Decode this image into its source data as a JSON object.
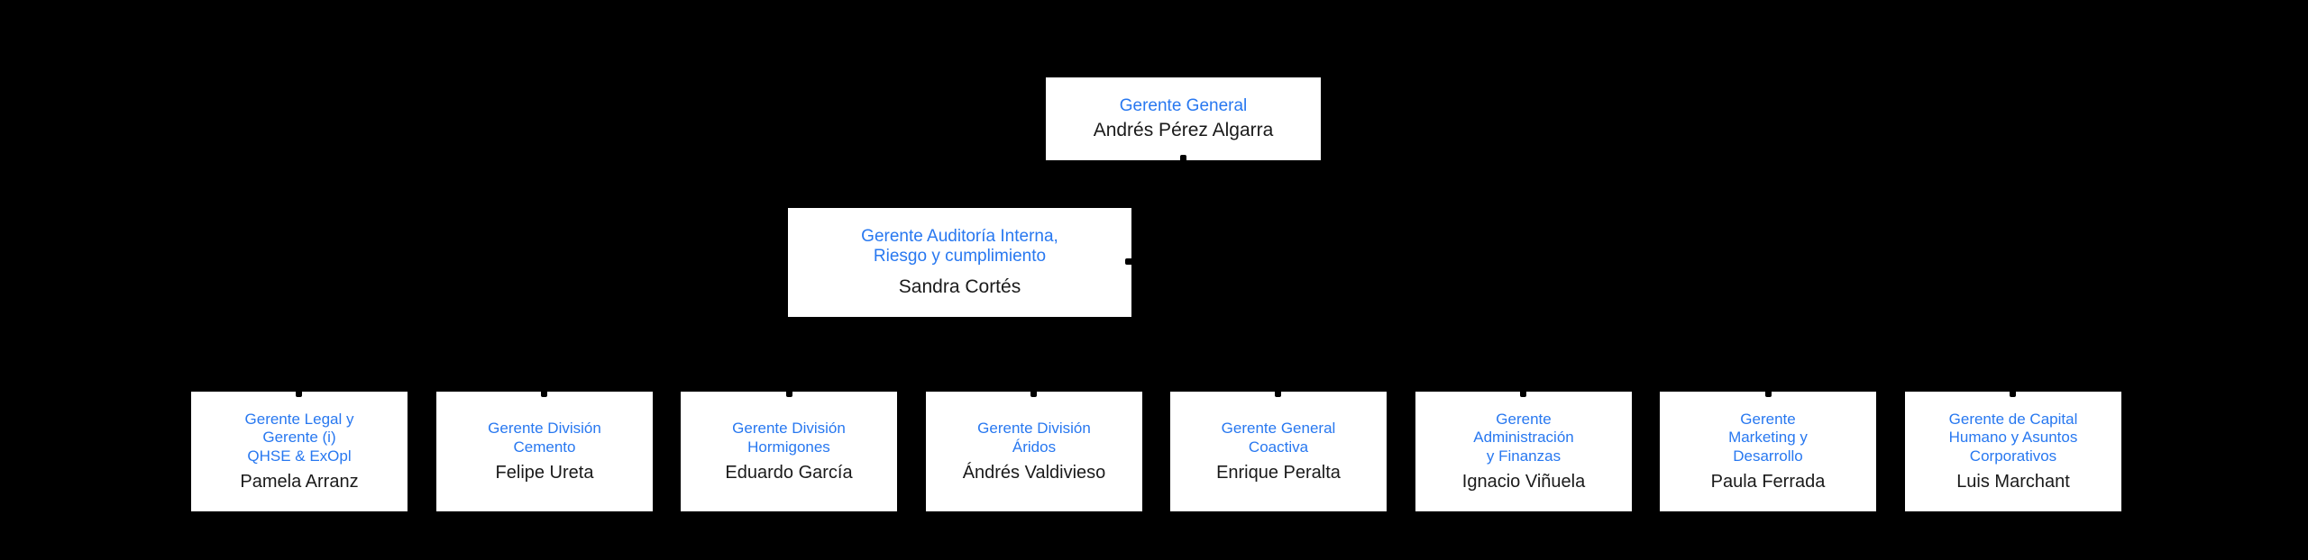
{
  "palette": {
    "page_bg": "#000000",
    "box_bg": "#ffffff",
    "title_color": "#2878f0",
    "name_color": "#1a1a1a",
    "connector_color": "#000000"
  },
  "org_chart": {
    "root": {
      "title": "Gerente General",
      "name": "Andrés Pérez Algarra"
    },
    "staff": {
      "title": "Gerente Auditoría Interna,\nRiesgo y cumplimiento",
      "name": "Sandra Cortés"
    },
    "reports": [
      {
        "title": "Gerente Legal y\nGerente (i)\nQHSE & ExOpl",
        "name": "Pamela Arranz"
      },
      {
        "title": "Gerente División\nCemento",
        "name": "Felipe Ureta"
      },
      {
        "title": "Gerente División\nHormigones",
        "name": "Eduardo García"
      },
      {
        "title": "Gerente División\nÁridos",
        "name": "Ándrés Valdivieso"
      },
      {
        "title": "Gerente General\nCoactiva",
        "name": "Enrique Peralta"
      },
      {
        "title": "Gerente\nAdministración\ny Finanzas",
        "name": "Ignacio Viñuela"
      },
      {
        "title": "Gerente\nMarketing y\nDesarrollo",
        "name": "Paula Ferrada"
      },
      {
        "title": "Gerente de Capital\nHumano y Asuntos\nCorporativos",
        "name": "Luis Marchant"
      }
    ]
  }
}
